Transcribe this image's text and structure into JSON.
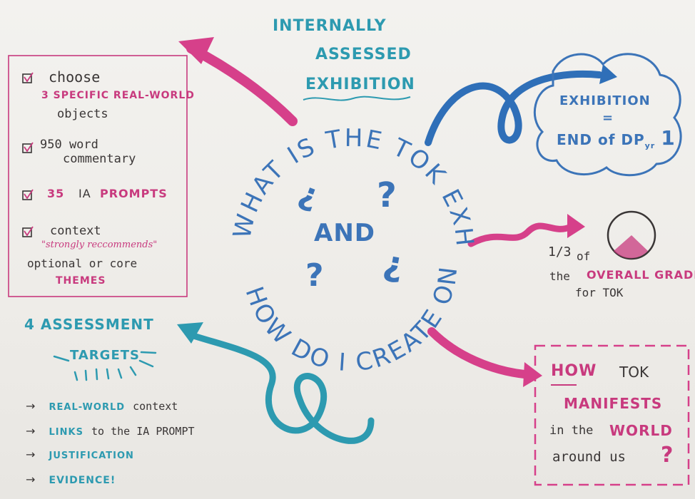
{
  "header": {
    "line1": "INTERNALLY",
    "line2": "ASSESSED",
    "line3": "EXHIBITION"
  },
  "center": {
    "arc_top": "WHAT IS THE TOK EXHIBITION",
    "arc_bottom": "HOW DO I CREATE ONE",
    "and": "AND",
    "qmark": "?"
  },
  "checklist": {
    "item1_a": "choose",
    "item1_b": "3 SPECIFIC REAL-WORLD",
    "item1_c": "objects",
    "item2_a": "950 word",
    "item2_b": "commentary",
    "item3_a": "35",
    "item3_b": "IA",
    "item3_c": "PROMPTS",
    "item4_a": "context",
    "item4_b": "\"strongly reccommends\"",
    "item4_c": "optional or core",
    "item4_d": "THEMES"
  },
  "cloud": {
    "line1": "EXHIBITION",
    "line2": "=",
    "line3": "END of DP",
    "sub": "yr",
    "num": "1"
  },
  "grade": {
    "fraction": "1/3",
    "of": "of",
    "the": "the",
    "overall": "OVERALL GRADE",
    "for": "for TOK"
  },
  "targets": {
    "title": "4 ASSESSMENT",
    "subtitle": "TARGETS",
    "items": [
      {
        "arrow": "→",
        "caps": "REAL-WORLD",
        "rest": "context"
      },
      {
        "arrow": "→",
        "caps": "LINKS",
        "rest": "to the IA PROMPT"
      },
      {
        "arrow": "→",
        "caps": "JUSTIFICATION",
        "rest": ""
      },
      {
        "arrow": "→",
        "caps": "EVIDENCE!",
        "rest": ""
      }
    ]
  },
  "manifests": {
    "how": "HOW",
    "tok": "TOK",
    "manifests": "MANIFESTS",
    "in_the": "in the",
    "world": "WORLD",
    "around": "around us",
    "q": "?"
  },
  "colors": {
    "blue": "#3c74b8",
    "teal": "#2d9ab0",
    "pink": "#c83a7e",
    "ink": "#3a3636"
  }
}
